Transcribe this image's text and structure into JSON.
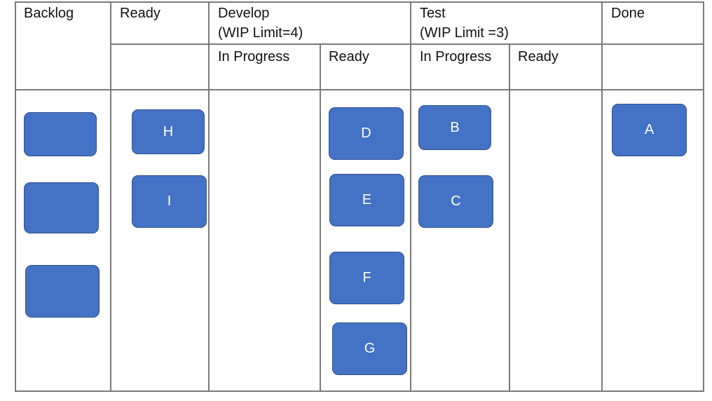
{
  "board": {
    "columns": {
      "backlog": "Backlog",
      "ready": "Ready",
      "develop": {
        "title": "Develop",
        "wip": "(WIP Limit=4)",
        "sub": {
          "in_progress": "In Progress",
          "ready": "Ready"
        }
      },
      "test": {
        "title": "Test",
        "wip": "(WIP Limit =3)",
        "sub": {
          "in_progress": "In Progress",
          "ready": "Ready"
        }
      },
      "done": "Done"
    },
    "cards": {
      "backlog": [
        "",
        "",
        ""
      ],
      "ready": [
        "H",
        "I"
      ],
      "develop_ready": [
        "D",
        "E",
        "F",
        "G"
      ],
      "test_in_progress": [
        "B",
        "C"
      ],
      "done": [
        "A"
      ]
    }
  },
  "colors": {
    "card_fill": "#4472c4",
    "card_border": "#2f528f",
    "grid": "#7a7a7a"
  }
}
